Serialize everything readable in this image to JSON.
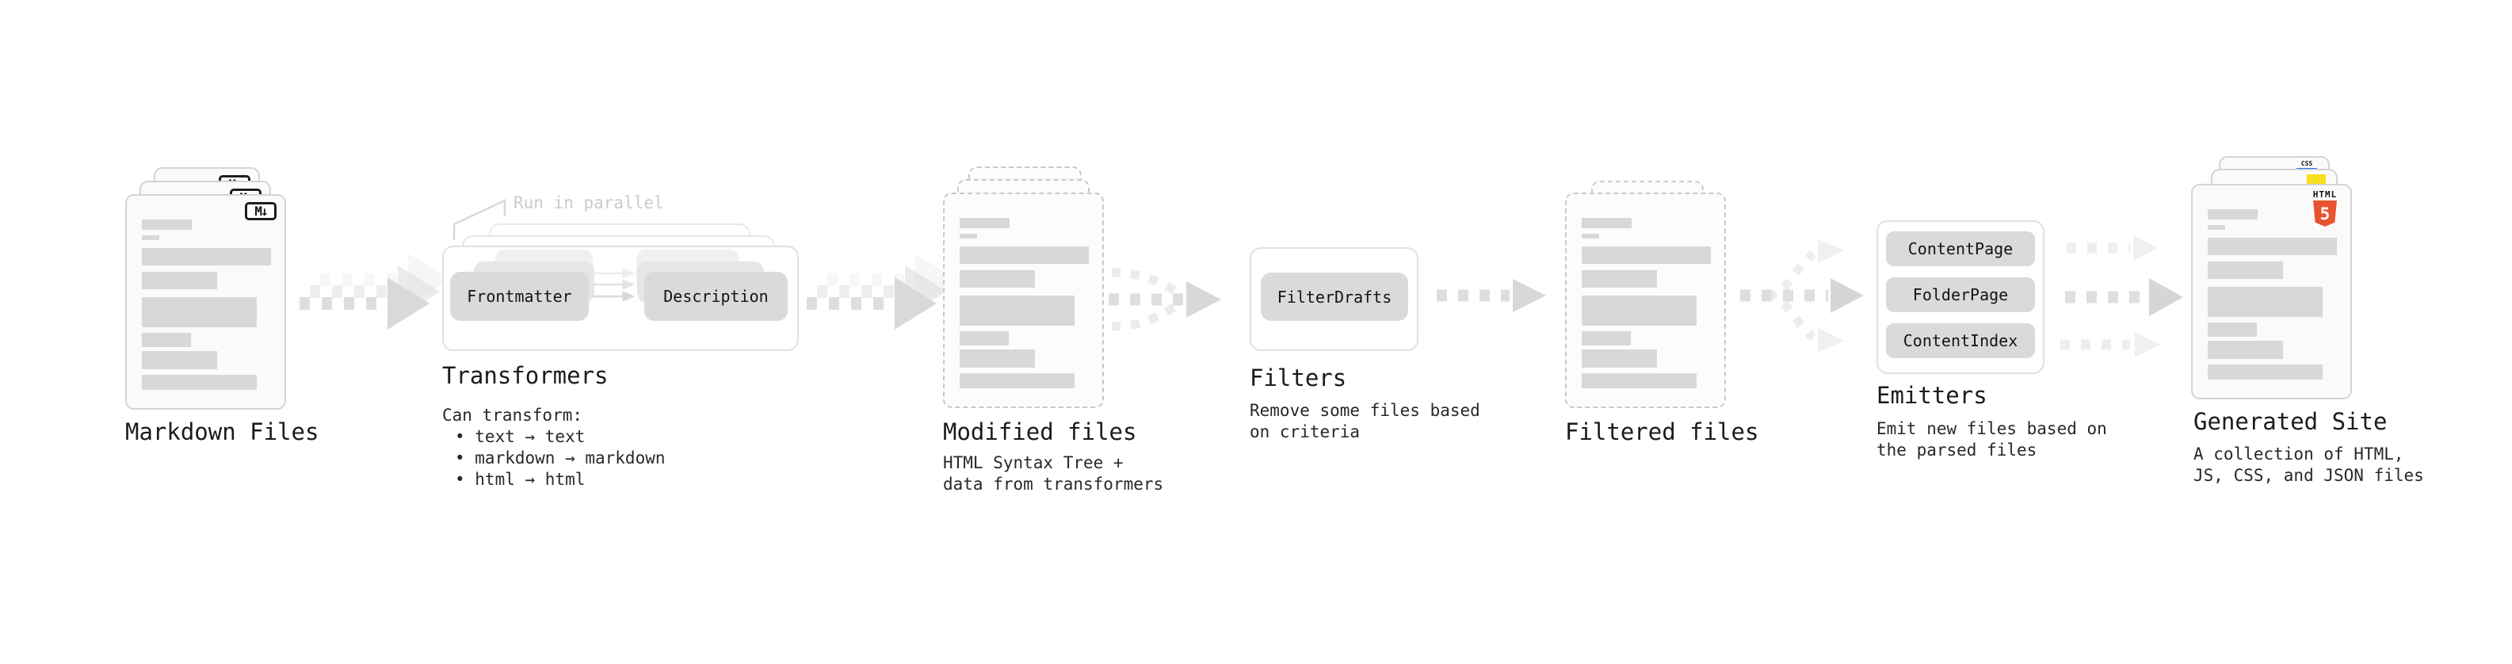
{
  "diagram": {
    "annotation_run_in_parallel": "Run in parallel",
    "markdown_files": {
      "label": "Markdown Files",
      "badge": "M↓"
    },
    "transformers": {
      "label": "Transformers",
      "frontmatter_button": "Frontmatter",
      "description_button": "Description",
      "note_heading": "Can transform:",
      "notes": [
        "• text → text",
        "• markdown → markdown",
        "• html → html"
      ]
    },
    "modified_files": {
      "label": "Modified files",
      "note": [
        "HTML Syntax Tree +",
        "data from transformers"
      ]
    },
    "filters": {
      "label": "Filters",
      "button": "FilterDrafts",
      "note": [
        "Remove some files based",
        "on criteria"
      ]
    },
    "filtered_files": {
      "label": "Filtered files"
    },
    "emitters": {
      "label": "Emitters",
      "buttons": [
        "ContentPage",
        "FolderPage",
        "ContentIndex"
      ],
      "note": [
        "Emit new files based on",
        "the parsed files"
      ]
    },
    "generated_site": {
      "label": "Generated Site",
      "badge_css": "CSS",
      "badge_html": "HTML",
      "badge_html_number": "5",
      "note": [
        "A collection of HTML,",
        "JS, CSS, and JSON files"
      ]
    },
    "colors": {
      "html5_orange": "#e8542e",
      "js_yellow": "#f7df1e",
      "css_blue": "#2965f1",
      "bar_gray": "#d8d8d8",
      "arrow_gray": "#dedede"
    }
  }
}
